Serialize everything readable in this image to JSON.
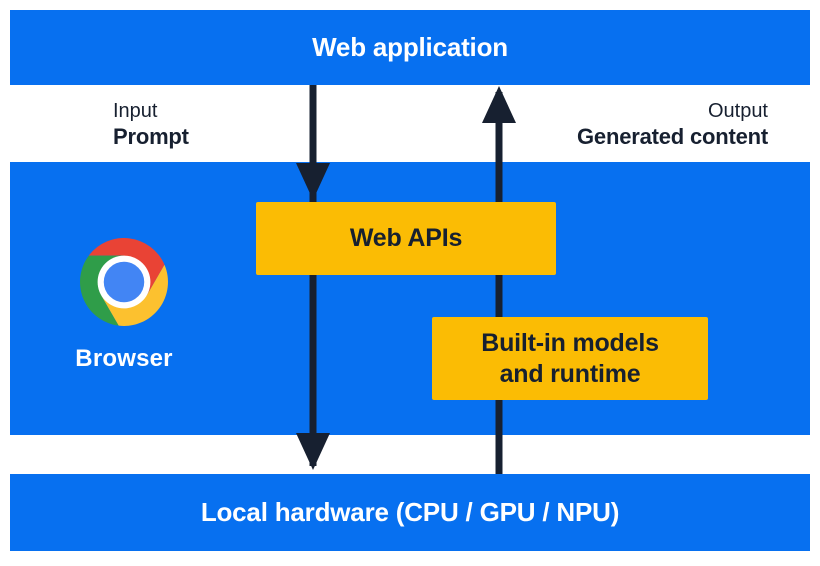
{
  "diagram": {
    "web_application": "Web application",
    "io": {
      "input_caption": "Input",
      "input_value": "Prompt",
      "output_caption": "Output",
      "output_value": "Generated content"
    },
    "browser": {
      "label": "Browser",
      "icon": "chrome-logo-icon"
    },
    "boxes": {
      "web_apis": "Web APIs",
      "built_in_line1": "Built-in models",
      "built_in_line2": "and runtime"
    },
    "local_hardware": "Local hardware (CPU / GPU / NPU)"
  },
  "colors": {
    "blue": "#0770f0",
    "yellow": "#fbbc04",
    "dark": "#172030",
    "white": "#ffffff",
    "chrome-red": "#e94335",
    "chrome-green": "#2f9d49",
    "chrome-yellow": "#fcc12f",
    "chrome-blue": "#4285f4"
  }
}
